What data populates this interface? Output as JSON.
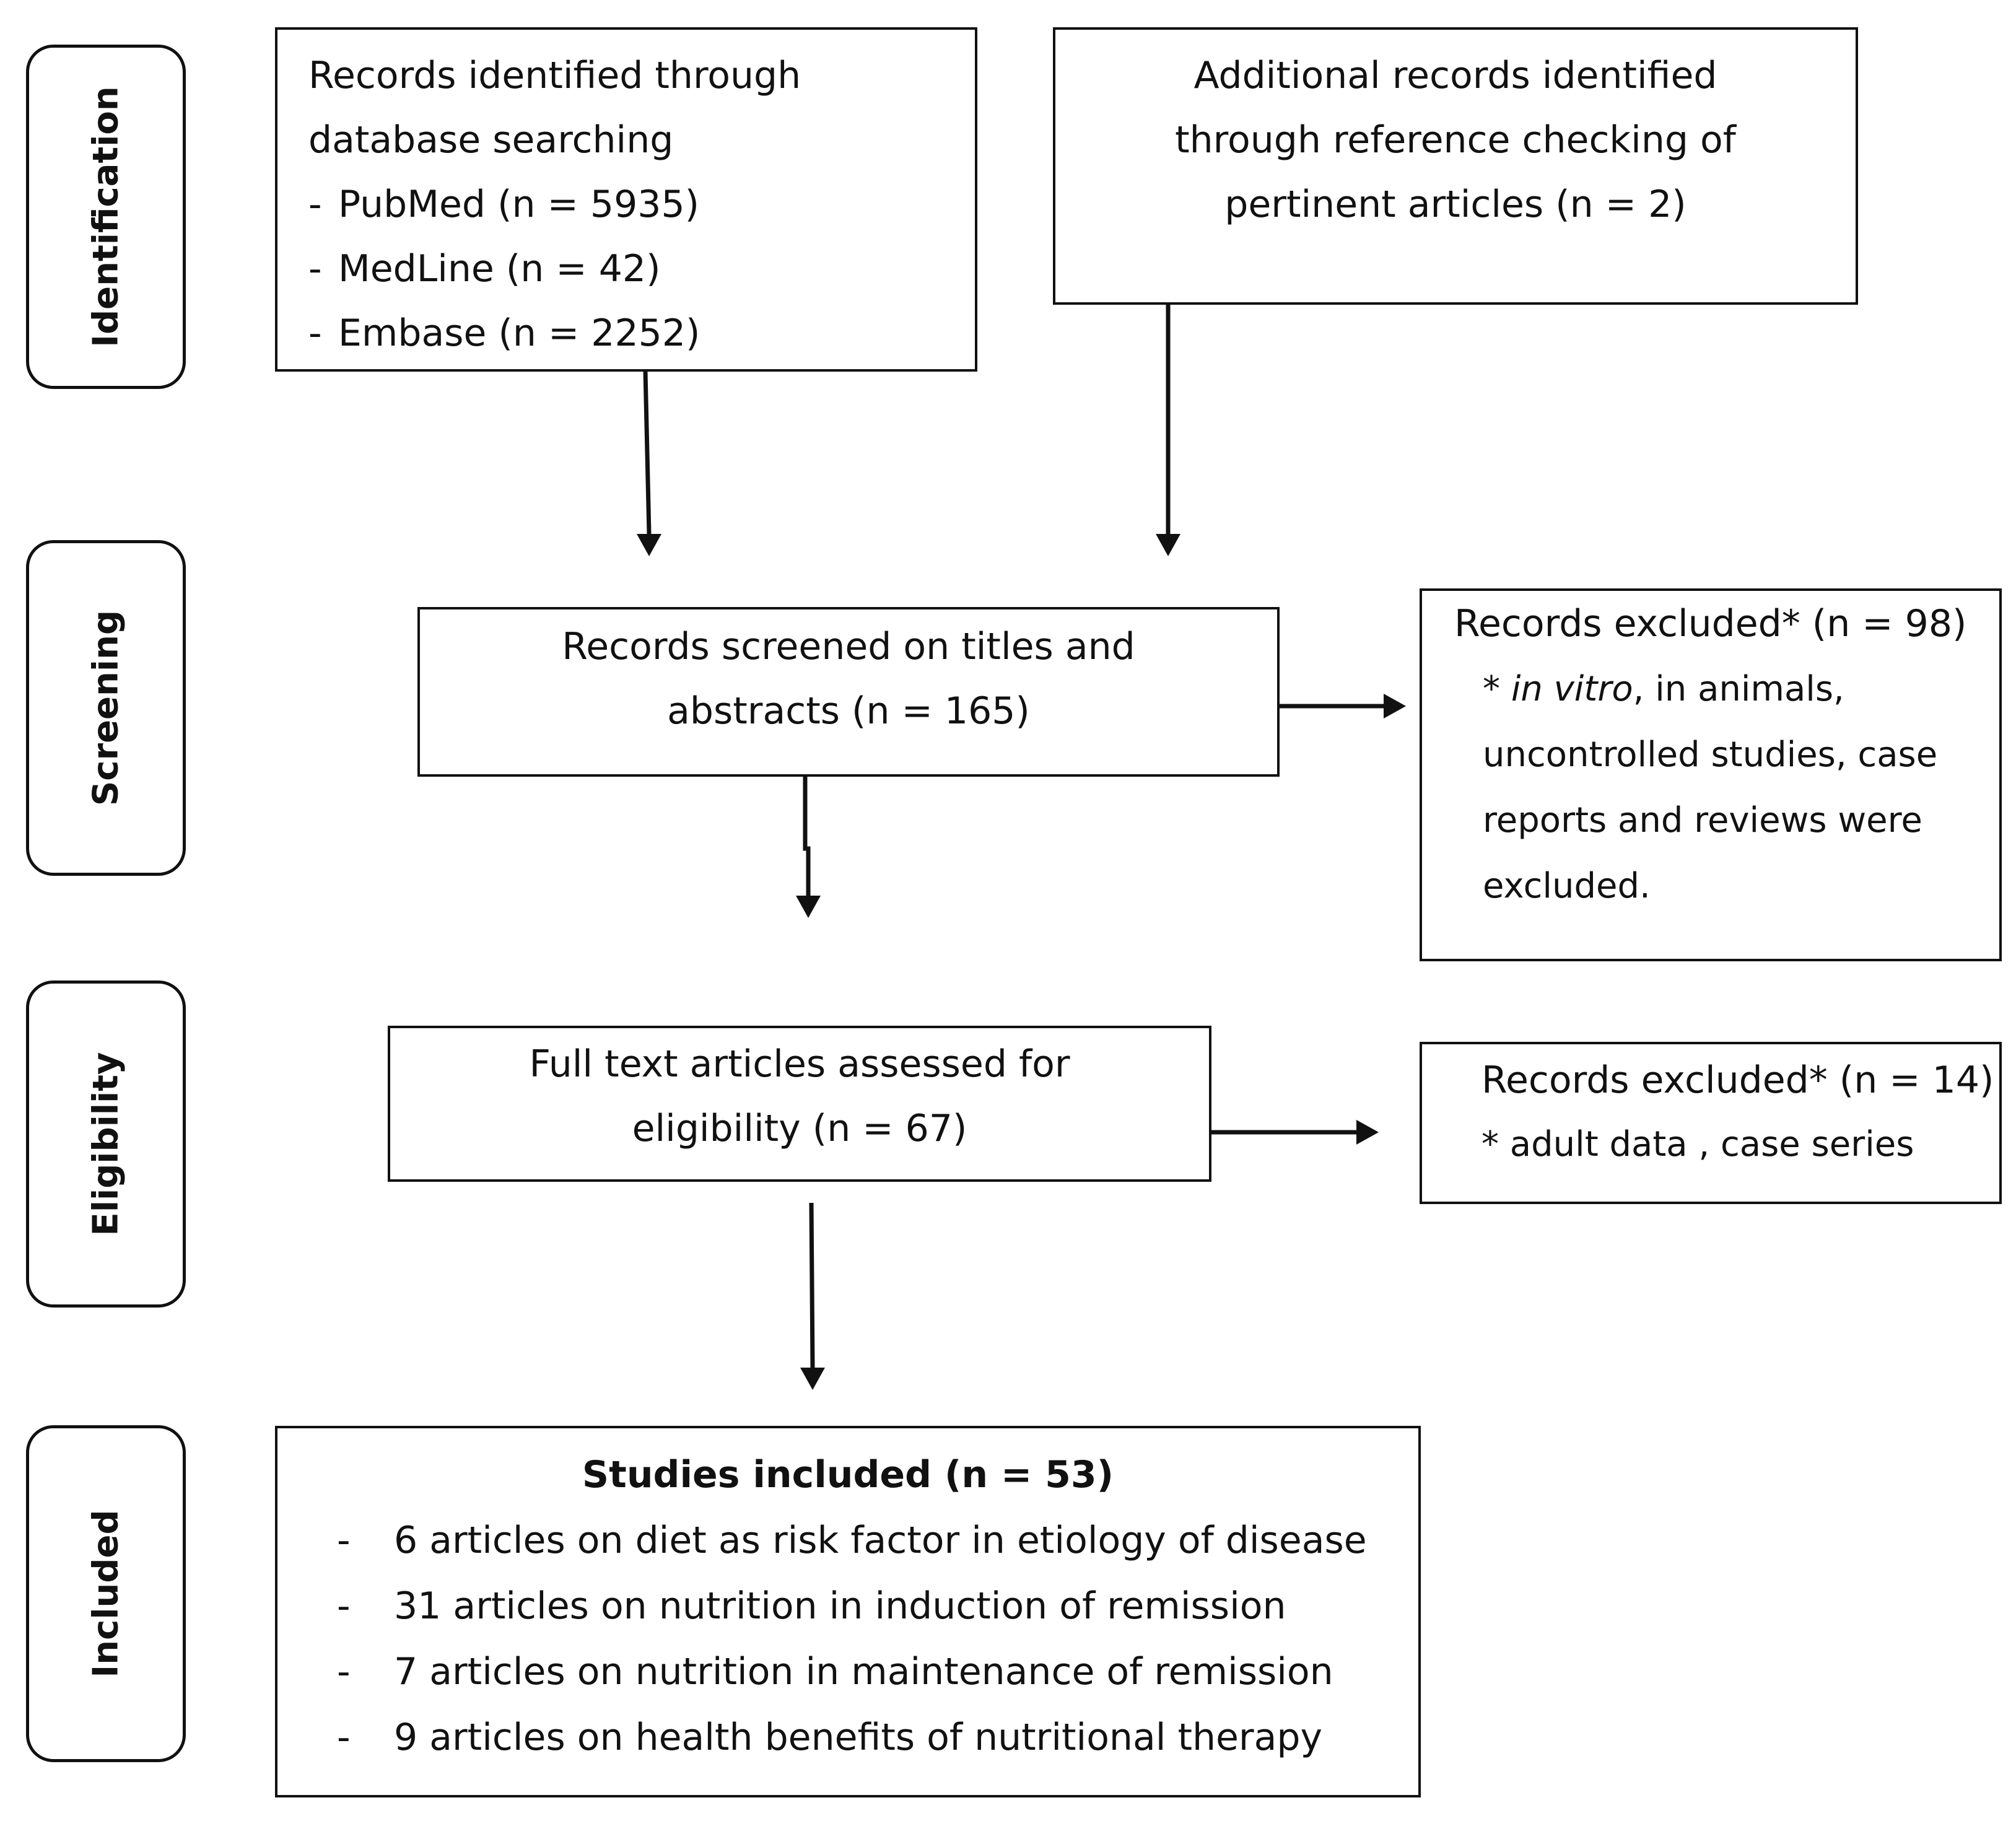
{
  "phases": {
    "identification": "Identification",
    "screening": "Screening",
    "eligibility": "Eligibility",
    "included": "Included"
  },
  "identification": {
    "database_lines": [
      "Records identified through",
      "database searching"
    ],
    "sources": [
      "PubMed (n = 5935)",
      "MedLine (n = 42)",
      "Embase (n = 2252)"
    ],
    "additional_lines": [
      "Additional records identified",
      "through reference checking of",
      "pertinent articles (n = 2)"
    ]
  },
  "screening": {
    "lines": [
      "Records screened on titles and",
      "abstracts (n = 165)"
    ],
    "excluded_title": "Records excluded* (n = 98)",
    "excluded_note_star": "* ",
    "excluded_note_italic": "in vitro",
    "excluded_note_rest": ", in animals,",
    "excluded_note_lines": [
      "uncontrolled studies, case",
      "reports and reviews were",
      "excluded."
    ]
  },
  "eligibility": {
    "lines": [
      "Full text articles assessed for",
      "eligibility (n = 67)"
    ],
    "excluded_title": "Records excluded* (n = 14)",
    "excluded_note": "* adult data , case series"
  },
  "included": {
    "title": "Studies included (n = 53)",
    "items": [
      "6 articles on diet as risk factor in etiology of disease",
      "31 articles on nutrition in induction of remission",
      "7 articles on nutrition in maintenance of remission",
      "9 articles on health benefits of nutritional therapy"
    ]
  }
}
